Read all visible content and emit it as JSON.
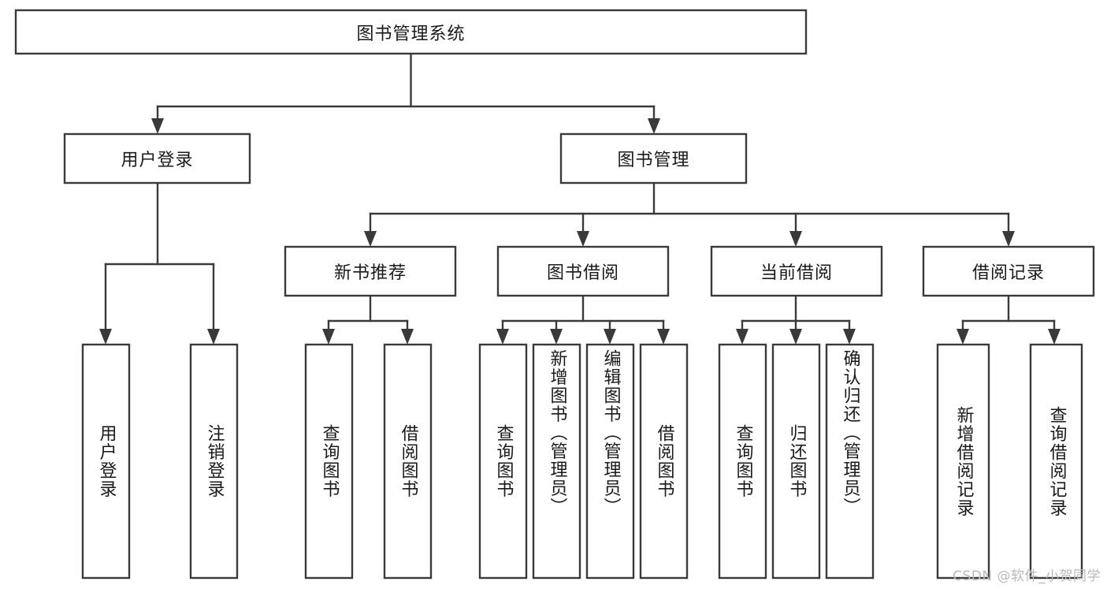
{
  "diagram": {
    "type": "tree-hierarchy-flowchart",
    "title": "图书管理系统",
    "watermark": "CSDN @软件_小贺同学",
    "colors": {
      "box_fill": "#ffffff",
      "box_stroke": "#3a3a3a",
      "text": "#1a1a1a",
      "watermark": "#b9b9b9",
      "background": "#ffffff"
    },
    "levels": {
      "root": {
        "label": "图书管理系统"
      },
      "level2": [
        {
          "id": "user-login",
          "label": "用户登录"
        },
        {
          "id": "book-manage",
          "label": "图书管理"
        }
      ],
      "level3": [
        {
          "id": "new-book-recommend",
          "label": "新书推荐",
          "parent": "book-manage"
        },
        {
          "id": "book-borrow",
          "label": "图书借阅",
          "parent": "book-manage"
        },
        {
          "id": "current-borrow",
          "label": "当前借阅",
          "parent": "book-manage"
        },
        {
          "id": "borrow-record",
          "label": "借阅记录",
          "parent": "book-manage"
        }
      ],
      "leaves": [
        {
          "id": "leaf-user-login",
          "label": "用户登录",
          "parent": "user-login"
        },
        {
          "id": "leaf-logout-login",
          "label": "注销登录",
          "parent": "user-login"
        },
        {
          "id": "leaf-query-book-1",
          "label": "查询图书",
          "parent": "new-book-recommend"
        },
        {
          "id": "leaf-borrow-book-1",
          "label": "借阅图书",
          "parent": "new-book-recommend"
        },
        {
          "id": "leaf-query-book-2",
          "label": "查询图书",
          "parent": "book-borrow"
        },
        {
          "id": "leaf-add-book",
          "label": "新增图书（管理员）",
          "parent": "book-borrow"
        },
        {
          "id": "leaf-edit-book",
          "label": "编辑图书（管理员）",
          "parent": "book-borrow"
        },
        {
          "id": "leaf-borrow-book-2",
          "label": "借阅图书",
          "parent": "book-borrow"
        },
        {
          "id": "leaf-query-book-3",
          "label": "查询图书",
          "parent": "current-borrow"
        },
        {
          "id": "leaf-return-book",
          "label": "归还图书",
          "parent": "current-borrow"
        },
        {
          "id": "leaf-confirm-return",
          "label": "确认归还（管理员）",
          "parent": "current-borrow"
        },
        {
          "id": "leaf-add-record",
          "label": "新增借阅记录",
          "parent": "borrow-record"
        },
        {
          "id": "leaf-query-record",
          "label": "查询借阅记录",
          "parent": "borrow-record"
        }
      ]
    }
  }
}
